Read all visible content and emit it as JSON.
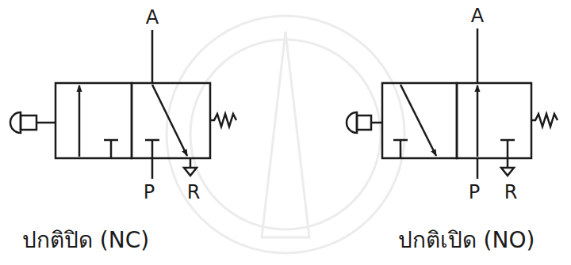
{
  "diagram": {
    "labels": [
      "A",
      "P",
      "R",
      "ปกติปิด (NC)",
      "A",
      "P",
      "R",
      "ปกติเปิด (NO)"
    ]
  }
}
